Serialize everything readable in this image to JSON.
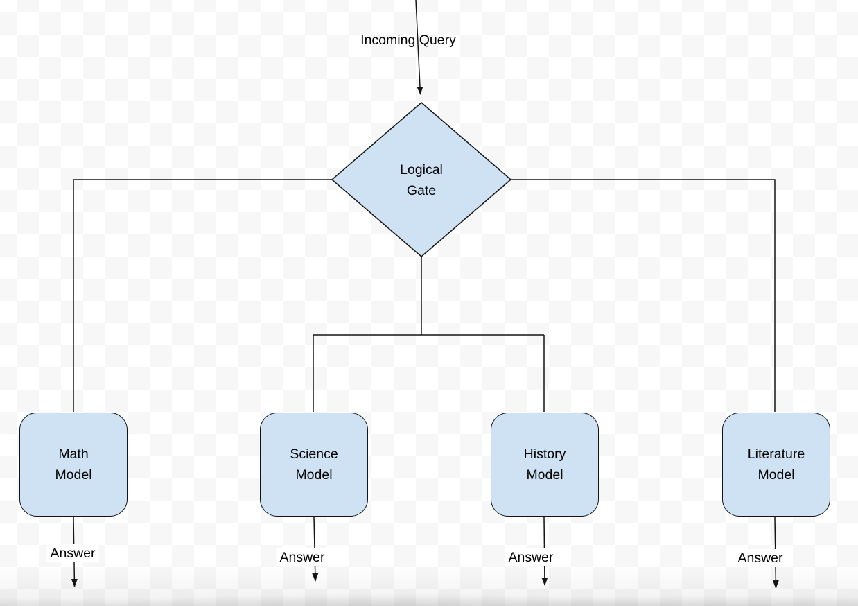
{
  "diagram": {
    "incoming_label": "Incoming Query",
    "gate": {
      "line1": "Logical",
      "line2": "Gate"
    },
    "models": [
      {
        "line1": "Math",
        "line2": "Model",
        "answer_label": "Answer"
      },
      {
        "line1": "Science",
        "line2": "Model",
        "answer_label": "Answer"
      },
      {
        "line1": "History",
        "line2": "Model",
        "answer_label": "Answer"
      },
      {
        "line1": "Literature",
        "line2": "Model",
        "answer_label": "Answer"
      }
    ],
    "colors": {
      "node_fill": "#cfe2f3",
      "node_stroke": "#141414",
      "checker_gray": "#f7f7f7",
      "checker_white": "#ffffff"
    }
  }
}
